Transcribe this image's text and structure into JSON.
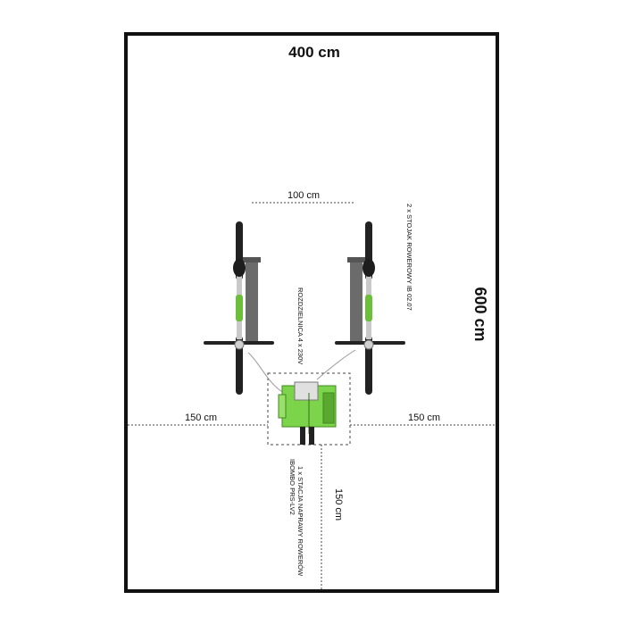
{
  "plan": {
    "width_label": "400 cm",
    "height_label": "600 cm",
    "rack_spacing_label": "100 cm",
    "left_clearance_label": "150 cm",
    "right_clearance_label": "150 cm",
    "bottom_clearance_label": "150 cm",
    "rack_note": "2 x STOJAK ROWEROWY IB 02.07",
    "distributor_note": "ROZDZIELNICA 4 x 230V",
    "station_note_line1": "1 x STACJA NAPRAWY ROWERÓW",
    "station_note_line2": "IBOMBO PRS-LV2"
  },
  "colors": {
    "frame": "#111111",
    "rack": "#6b6b6b",
    "bike_green": "#6bbf3a",
    "station_green": "#7cd44a",
    "dashed": "#444444"
  }
}
